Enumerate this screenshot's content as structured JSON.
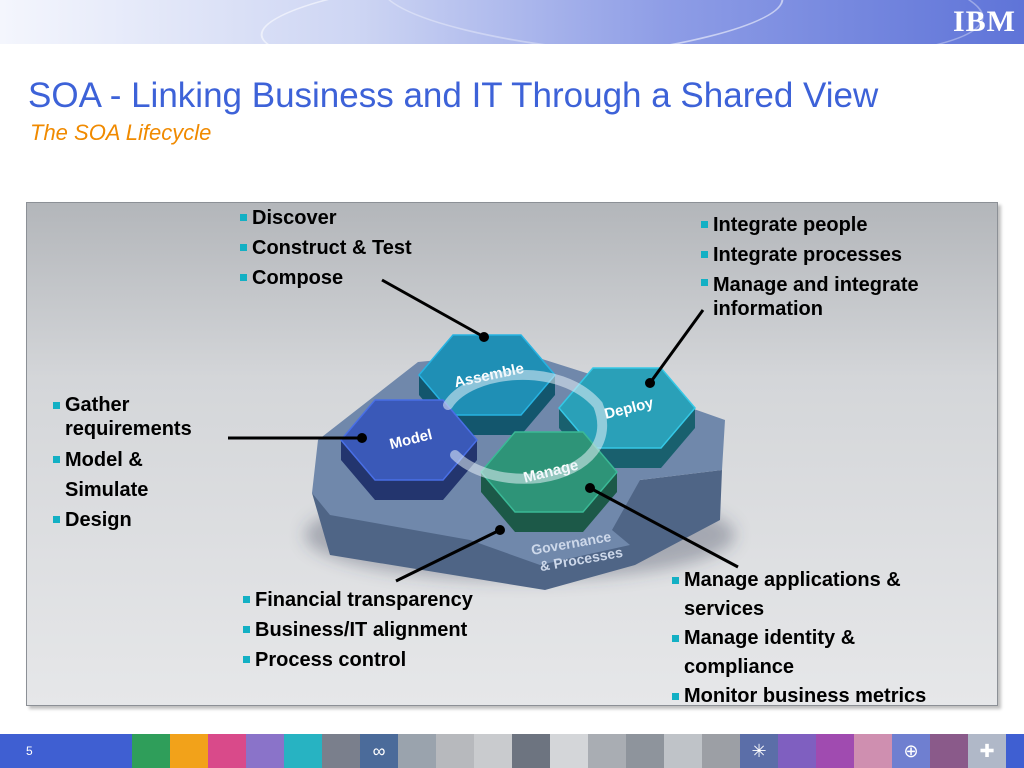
{
  "header": {
    "logo": "IBM"
  },
  "title": "SOA - Linking Business and IT Through a Shared View",
  "subtitle": "The SOA Lifecycle",
  "diagram": {
    "stages": {
      "assemble": "Assemble",
      "deploy": "Deploy",
      "model": "Model",
      "manage": "Manage"
    },
    "governance": [
      "Governance",
      "& Processes"
    ],
    "colors": {
      "assemble": "#1f8fb5",
      "deploy": "#2aa0b8",
      "model": "#3a59b8",
      "manage": "#2e9478",
      "base": "#6b84a8"
    }
  },
  "callouts": {
    "assemble": [
      "Discover",
      "Construct & Test",
      "Compose"
    ],
    "deploy": [
      "Integrate people",
      "Integrate processes",
      "Manage and integrate information"
    ],
    "model": [
      "Gather requirements",
      "Model & Simulate",
      "Design"
    ],
    "governance": [
      "Financial transparency",
      "Business/IT alignment",
      "Process control"
    ],
    "manage": [
      "Manage applications & services",
      "Manage identity & compliance",
      "Monitor business metrics"
    ]
  },
  "footer": {
    "page_number": "5",
    "tile_colors": [
      "#2f9e5a",
      "#f2a21a",
      "#d94a8a",
      "#8a73c9",
      "#27b3c2",
      "#7a7f8c",
      "#4b6b9a",
      "#9aa3ad",
      "#b7b9bd",
      "#c9cbce",
      "#6d7480",
      "#d4d6d9",
      "#a9adb3",
      "#8e949c",
      "#bfc3c8",
      "#9c9fa5",
      "#5b6ea8",
      "#7f5fc0",
      "#a04bb0",
      "#cf8fb0",
      "#6f7fd0",
      "#8a5a8a",
      "#b0b8c8"
    ],
    "icons": [
      "sun-icon",
      "swirl-icon",
      "globe-icon",
      "cross-icon"
    ]
  }
}
